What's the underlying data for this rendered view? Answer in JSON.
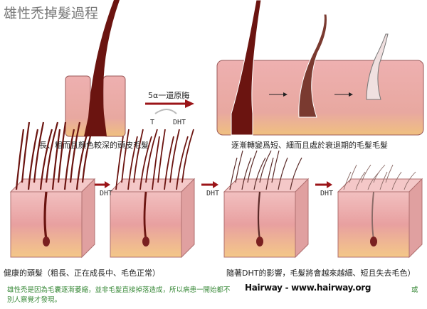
{
  "title": "雄性禿掉髮過程",
  "enzyme_label": "5α一還原脢",
  "t_label": "T",
  "dht_label": "DHT",
  "caption_top_left": "長、粗而且顏色較深的頭皮毛髮",
  "caption_top_right": "逐漸轉變爲短、細而且處於衰退期的毛髮毛髮",
  "arrow_labels": [
    "DHT",
    "DHT",
    "DHT"
  ],
  "caption_bottom_left": "健康的頭髮（粗長、正在成長中、毛色正常）",
  "caption_bottom_right": "隨著DHT的影響，毛髮將會越來越細、短且失去毛色）",
  "footer_line1": "雄性禿是因為毛囊逐漸萎縮，並非毛髮直接掉落造成，所以病患一開始都不",
  "footer_line1_end": "或",
  "footer_line2": "別人察覺才發現。",
  "watermark": "Hairway - www.hairway.org",
  "colors": {
    "hair": "#6b1410",
    "skin": "#e8a8a8",
    "arrow": "#9b1418",
    "footer": "#3a8a3a"
  }
}
